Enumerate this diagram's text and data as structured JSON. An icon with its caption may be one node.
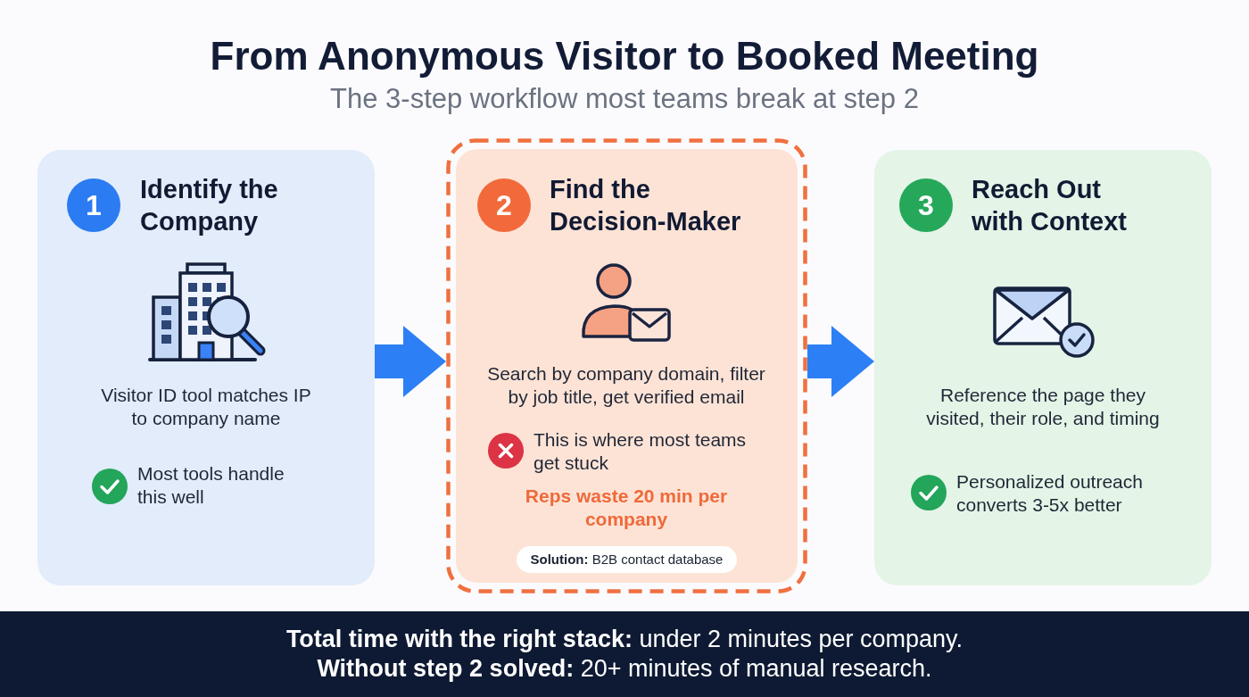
{
  "diagram": {
    "title": "From Anonymous Visitor to Booked Meeting",
    "nodes": [
      {
        "text": [
          "Identify the Company",
          "Visitor ID tool matches IP to company name",
          "Most tools handle this well"
        ]
      },
      {
        "text": [
          "1"
        ],
        "in": 0
      },
      {
        "text": [
          "Find the Decision-Maker",
          "Search by company domain, filter by job title, get verified email",
          "This is where most teams get stuck",
          "Reps waste 20 min per company"
        ]
      },
      {
        "text": [
          "2"
        ],
        "in": 2
      },
      {
        "text": [
          "**Solution:** B2B contact database"
        ],
        "in": 2
      },
      {
        "text": [
          "Reach Out with Context",
          "Reference the page they visited, their role, and timing",
          "Personalized outreach converts 3-5x better"
        ]
      },
      {
        "text": [
          "3"
        ],
        "in": 5
      },
      {
        "text": [
          "**Total time with the right stack:** under 2 minutes per company.",
          "**Without step 2 solved:** 20+ minutes of manual research."
        ]
      }
    ],
    "edges": [
      {
        "from": 0,
        "to": 2,
        "arrow": "to"
      },
      {
        "from": 2,
        "to": 5,
        "arrow": "to"
      }
    ],
    "labels": [
      "The 3-step workflow most teams break at step 2"
    ]
  }
}
